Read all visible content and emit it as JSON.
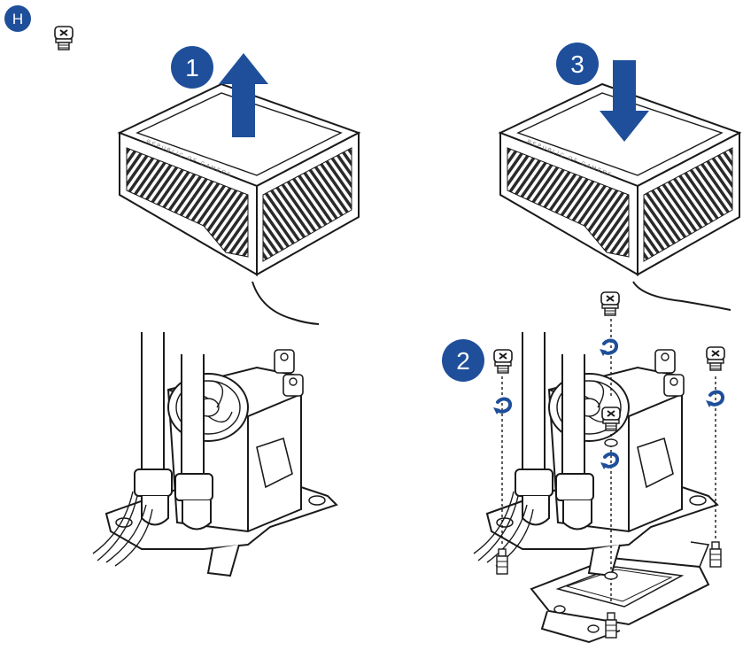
{
  "section": {
    "label": "H"
  },
  "steps": [
    {
      "label": "1",
      "action": "lift-up"
    },
    {
      "label": "2",
      "action": "install-screws"
    },
    {
      "label": "3",
      "action": "press-down"
    }
  ],
  "brand_text": "REPUBLIC OF GAMERS",
  "icons": {
    "screw": "thumbscrew-icon",
    "rotate": "rotate-clockwise-icon",
    "up": "arrow-up-icon",
    "down": "arrow-down-icon"
  },
  "colors": {
    "accent": "#1f4f9a",
    "line": "#1a1a1a",
    "fill": "#ffffff",
    "mesh": "#2a2a2a"
  }
}
